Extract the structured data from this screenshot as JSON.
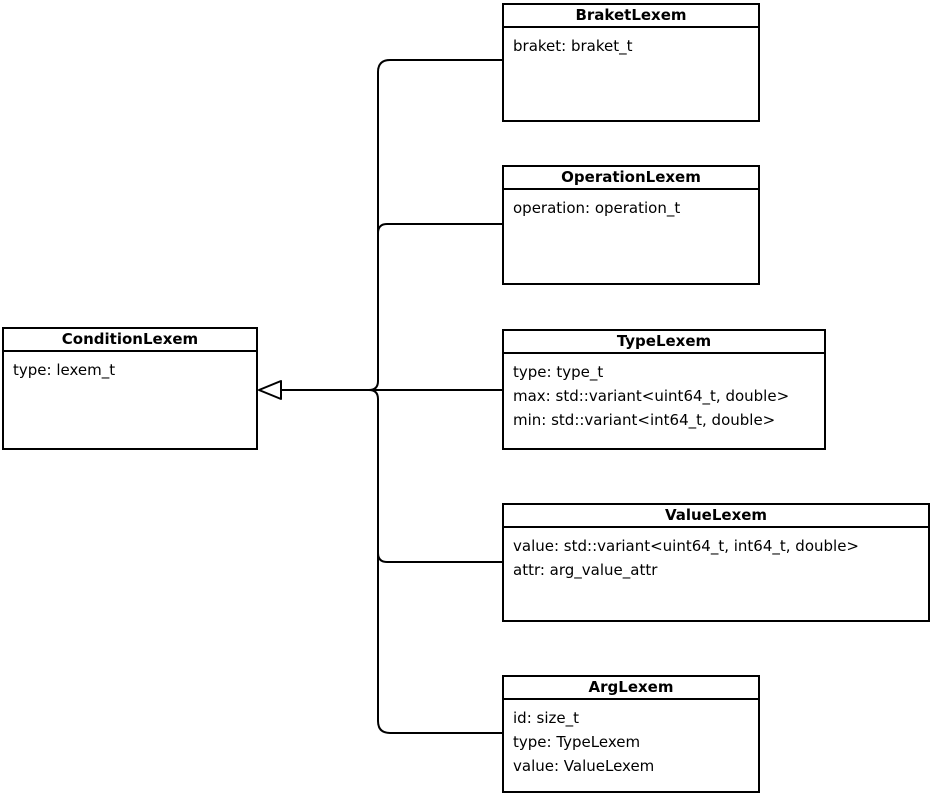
{
  "diagram": {
    "type": "uml-class-diagram",
    "colors": {
      "stroke": "#000000",
      "fill": "#ffffff"
    },
    "classes": [
      {
        "name": "ConditionLexem",
        "attributes": [
          "type: lexem_t"
        ]
      },
      {
        "name": "BraketLexem",
        "attributes": [
          "braket: braket_t"
        ]
      },
      {
        "name": "OperationLexem",
        "attributes": [
          "operation: operation_t"
        ]
      },
      {
        "name": "TypeLexem",
        "attributes": [
          "type: type_t",
          "max: std::variant<uint64_t, double>",
          "min: std::variant<int64_t, double>"
        ]
      },
      {
        "name": "ValueLexem",
        "attributes": [
          "value: std::variant<uint64_t, int64_t, double>",
          "attr: arg_value_attr"
        ]
      },
      {
        "name": "ArgLexem",
        "attributes": [
          "id: size_t",
          "type: TypeLexem",
          "value: ValueLexem"
        ]
      }
    ],
    "relations": [
      {
        "kind": "inheritance",
        "parent": "ConditionLexem",
        "children": [
          "BraketLexem",
          "OperationLexem",
          "TypeLexem",
          "ValueLexem",
          "ArgLexem"
        ]
      }
    ]
  }
}
